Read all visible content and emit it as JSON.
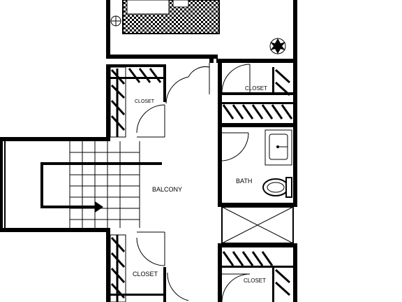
{
  "rooms": {
    "closet_upper_left": "CLOSET",
    "closet_upper_right": "CLOSET",
    "bath": "BATH",
    "balcony": "BALCONY",
    "closet_lower_left": "CLOSET",
    "closet_lower_right": "CLOSET"
  },
  "icons": {
    "plant": "plant-icon",
    "lamp": "lamp-icon",
    "sink": "sink-icon",
    "toilet": "toilet-icon",
    "shower": "shower-icon",
    "stair_arrow": "stair-arrow-icon"
  }
}
